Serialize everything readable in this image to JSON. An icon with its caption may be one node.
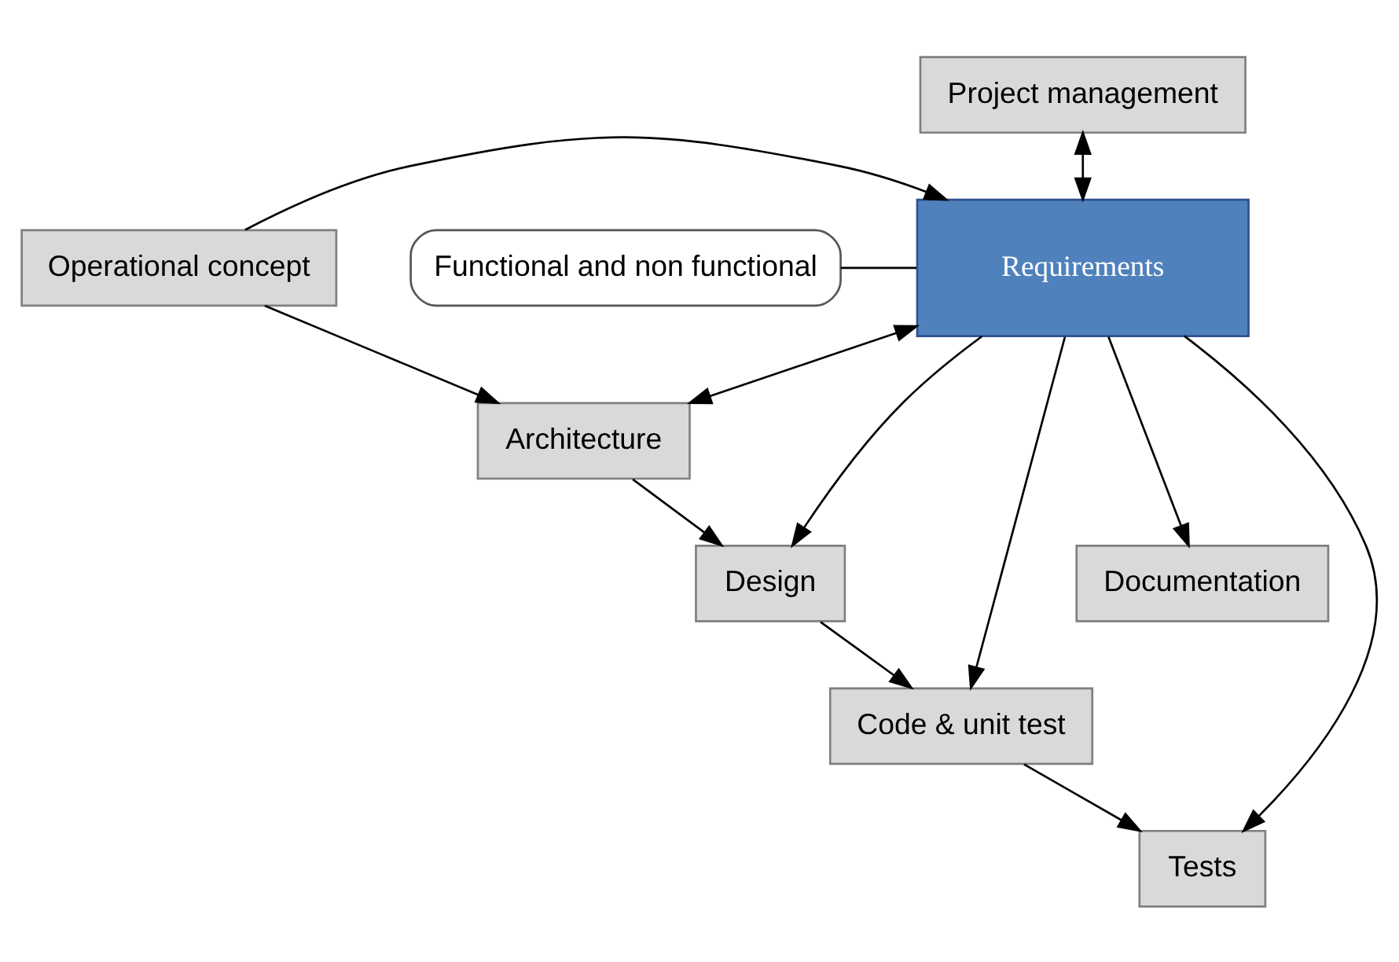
{
  "diagram": {
    "nodes": [
      {
        "text": [
          "Project management"
        ]
      },
      {
        "text": [
          "Operational concept"
        ]
      },
      {
        "text": [
          "Requirements"
        ]
      },
      {
        "text": [
          "Functional and non functional"
        ]
      },
      {
        "text": [
          "Architecture"
        ]
      },
      {
        "text": [
          "Design"
        ]
      },
      {
        "text": [
          "Documentation"
        ]
      },
      {
        "text": [
          "Code & unit test"
        ]
      },
      {
        "text": [
          "Tests"
        ]
      }
    ],
    "edges": [
      {
        "from": 0,
        "to": 2,
        "arrow": "both"
      },
      {
        "from": 1,
        "to": 2,
        "arrow": "to"
      },
      {
        "from": 3,
        "to": 2,
        "arrow": "none"
      },
      {
        "from": 1,
        "to": 4,
        "arrow": "to"
      },
      {
        "from": 4,
        "to": 2,
        "arrow": "both"
      },
      {
        "from": 4,
        "to": 5,
        "arrow": "to"
      },
      {
        "from": 2,
        "to": 5,
        "arrow": "to"
      },
      {
        "from": 2,
        "to": 6,
        "arrow": "to"
      },
      {
        "from": 5,
        "to": 7,
        "arrow": "to"
      },
      {
        "from": 2,
        "to": 7,
        "arrow": "to"
      },
      {
        "from": 2,
        "to": 8,
        "arrow": "to"
      },
      {
        "from": 7,
        "to": 8,
        "arrow": "to"
      }
    ]
  }
}
